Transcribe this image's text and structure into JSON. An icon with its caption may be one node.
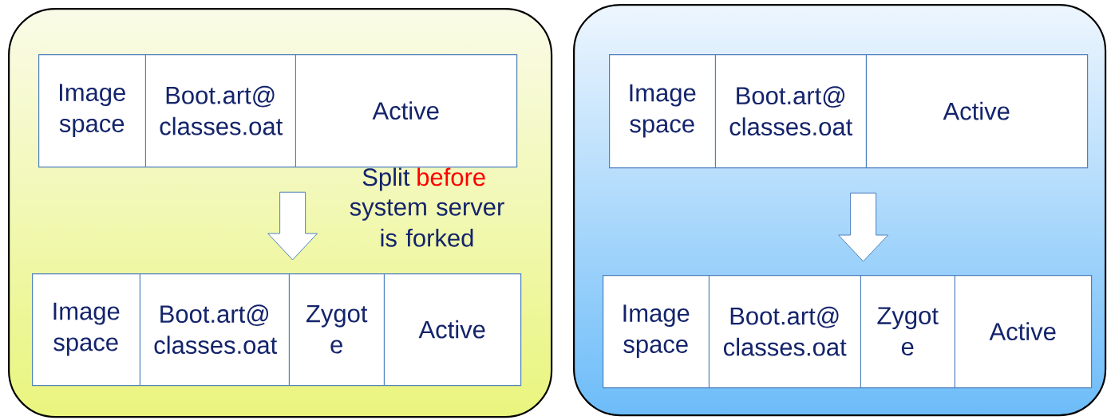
{
  "diagram": {
    "nodes": [
      {
        "text": [],
        "shape": "box"
      },
      {
        "text": [],
        "shape": "bar",
        "in": 0
      },
      {
        "text": [
          "Image space"
        ],
        "in": 1
      },
      {
        "text": [
          "Boot.art@ classes.oat"
        ],
        "in": 1
      },
      {
        "text": [
          "Active"
        ],
        "in": 1
      },
      {
        "text": [],
        "shape": "bar",
        "in": 0
      },
      {
        "text": [
          "Image space"
        ],
        "in": 5
      },
      {
        "text": [
          "Boot.art@ classes.oat"
        ],
        "in": 5
      },
      {
        "text": [
          "Zygot e"
        ],
        "in": 5
      },
      {
        "text": [
          "Active"
        ],
        "in": 5
      },
      {
        "text": [],
        "shape": "box"
      },
      {
        "text": [],
        "shape": "bar",
        "in": 10
      },
      {
        "text": [
          "Image space"
        ],
        "in": 11
      },
      {
        "text": [
          "Boot.art@ classes.oat"
        ],
        "in": 11
      },
      {
        "text": [
          "Active"
        ],
        "in": 11
      },
      {
        "text": [],
        "shape": "bar",
        "in": 10
      },
      {
        "text": [
          "Image space"
        ],
        "in": 15
      },
      {
        "text": [
          "Boot.art@ classes.oat"
        ],
        "in": 15
      },
      {
        "text": [
          "Zygot e"
        ],
        "in": 15
      },
      {
        "text": [
          "Active"
        ],
        "in": 15
      }
    ],
    "edges": [
      {
        "from": 1,
        "to": 5,
        "arrow": "to"
      },
      {
        "from": 11,
        "to": 15,
        "arrow": "to"
      }
    ],
    "labels": [
      "Split",
      "before",
      "system server is forked"
    ]
  }
}
